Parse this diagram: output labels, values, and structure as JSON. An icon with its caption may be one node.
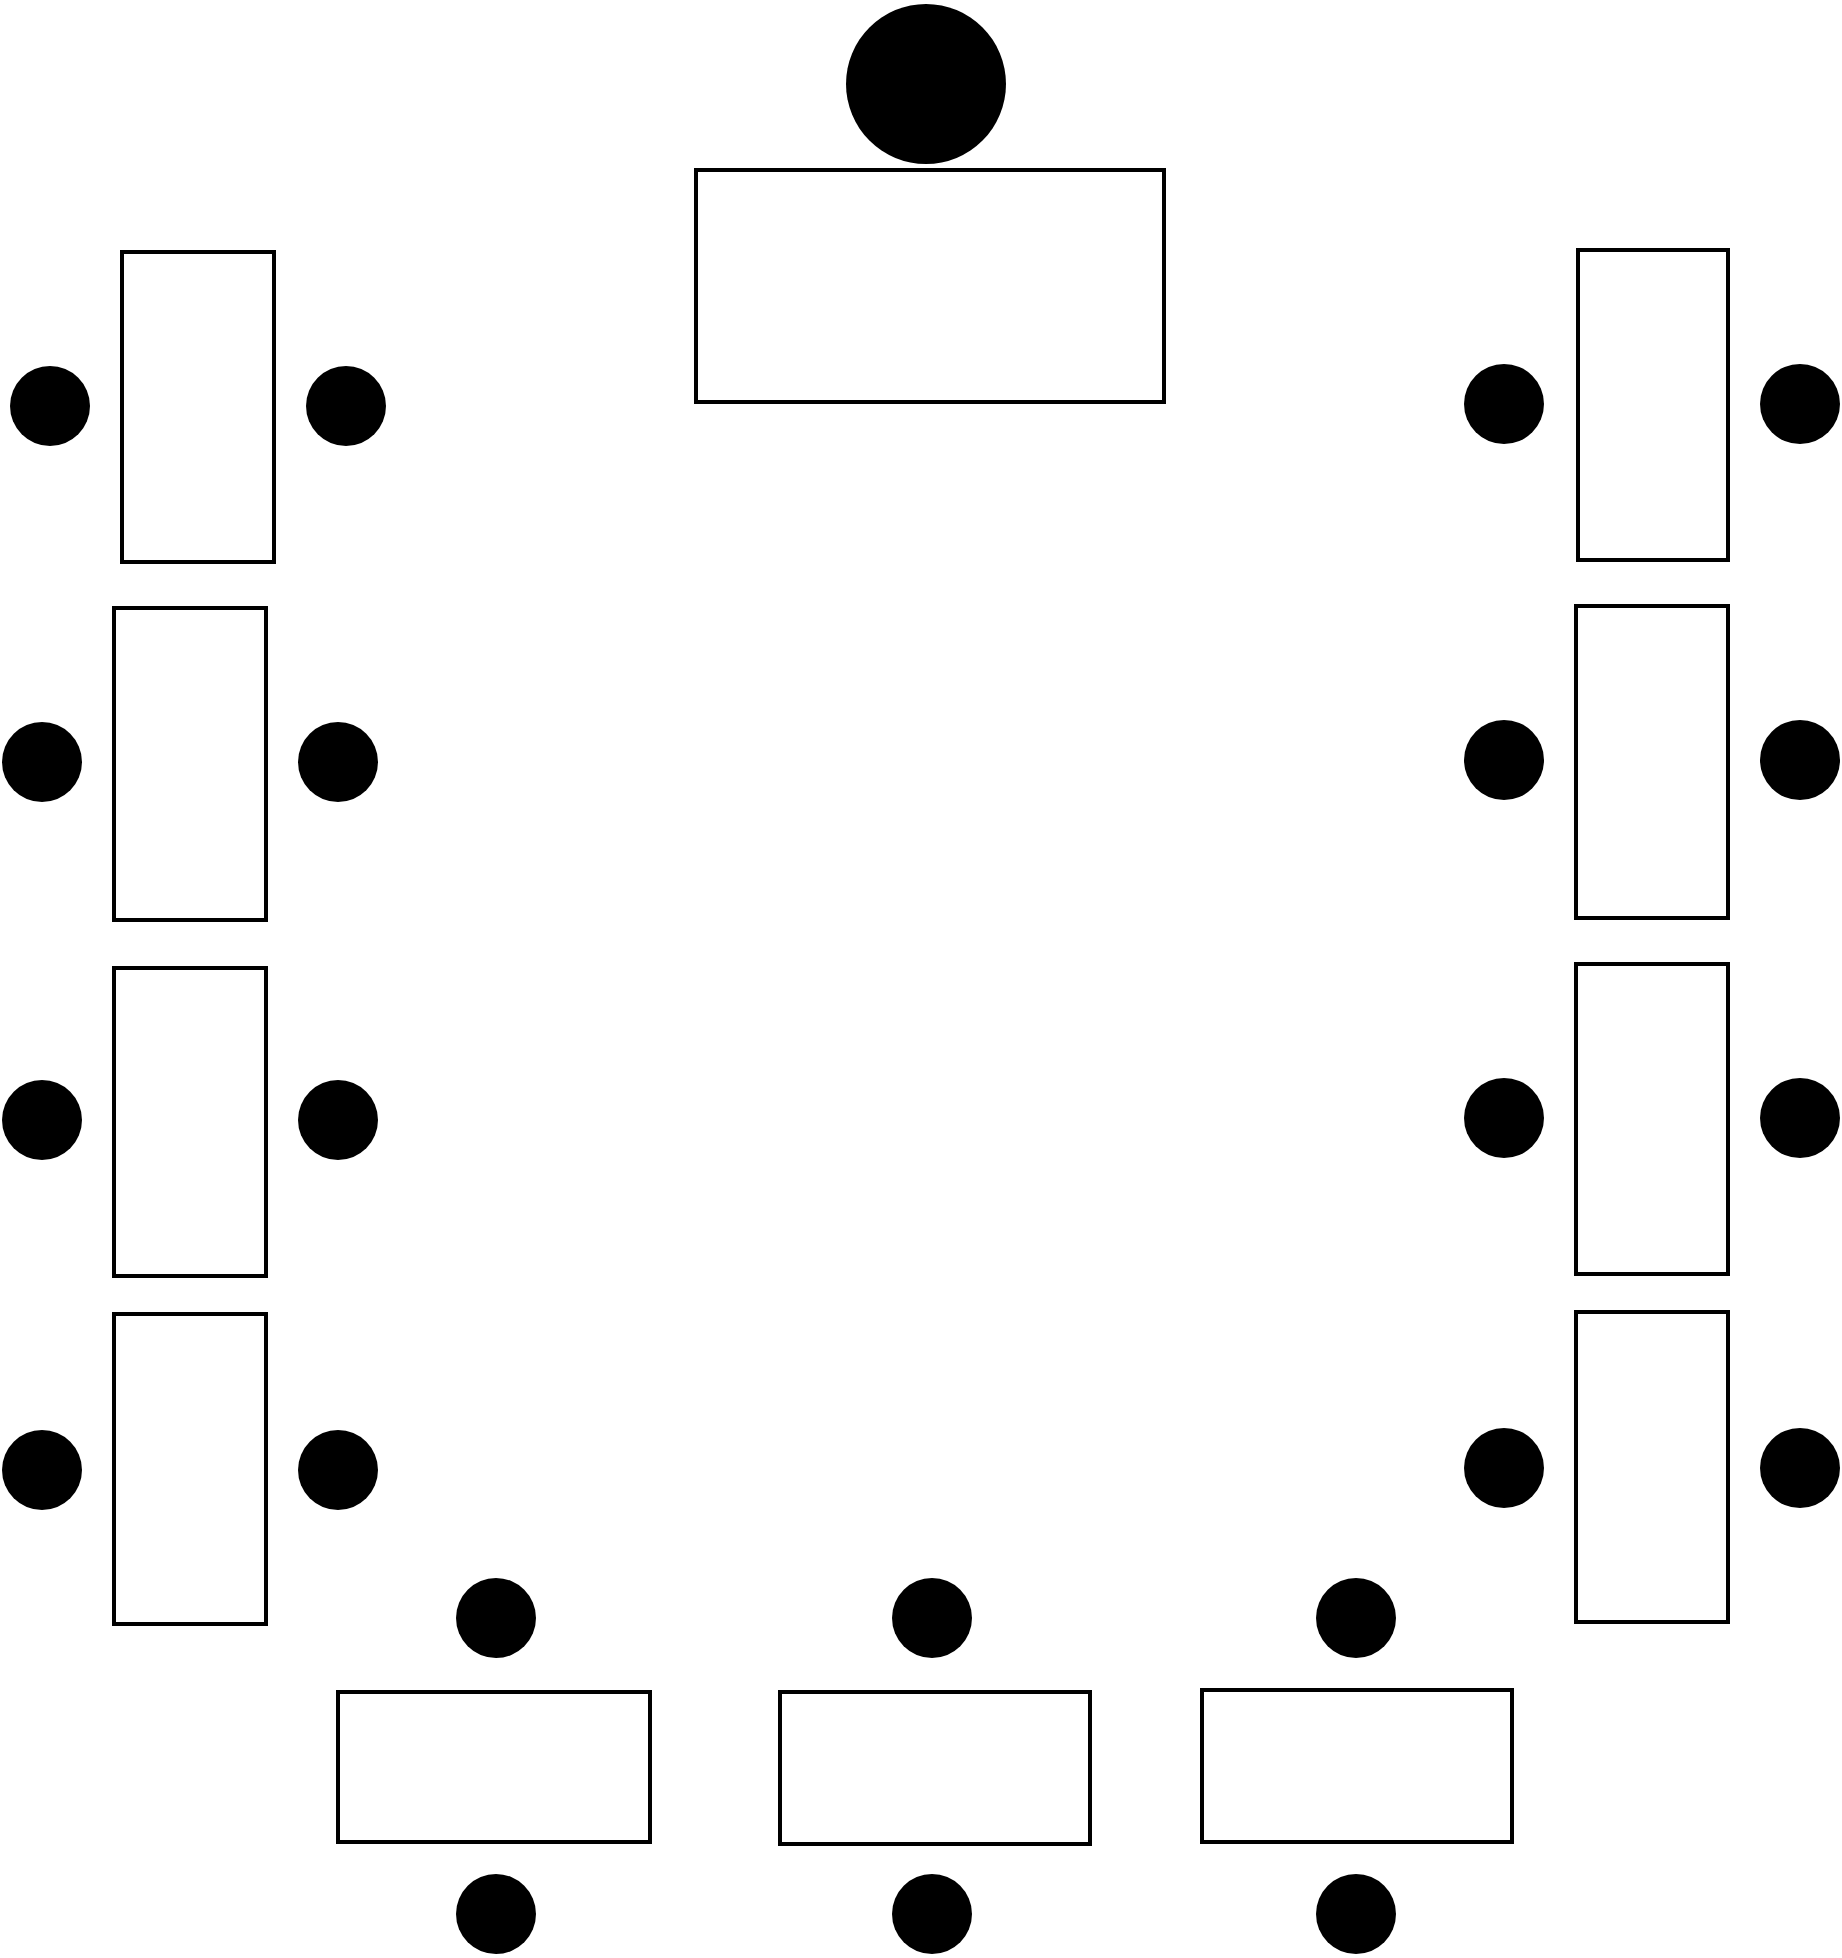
{
  "diagram": {
    "nodes": [
      {
        "text": [],
        "shape": "circle"
      },
      {
        "text": [],
        "shape": "box"
      },
      {
        "text": [],
        "shape": "circle"
      },
      {
        "text": [],
        "shape": "box"
      },
      {
        "text": [],
        "shape": "circle"
      },
      {
        "text": [],
        "shape": "circle"
      },
      {
        "text": [],
        "shape": "box"
      },
      {
        "text": [],
        "shape": "circle"
      },
      {
        "text": [],
        "shape": "circle"
      },
      {
        "text": [],
        "shape": "box"
      },
      {
        "text": [],
        "shape": "circle"
      },
      {
        "text": [],
        "shape": "circle"
      },
      {
        "text": [],
        "shape": "box"
      },
      {
        "text": [],
        "shape": "circle"
      },
      {
        "text": [],
        "shape": "circle"
      },
      {
        "text": [],
        "shape": "box"
      },
      {
        "text": [],
        "shape": "circle"
      },
      {
        "text": [],
        "shape": "circle"
      },
      {
        "text": [],
        "shape": "box"
      },
      {
        "text": [],
        "shape": "circle"
      },
      {
        "text": [],
        "shape": "circle"
      },
      {
        "text": [],
        "shape": "box"
      },
      {
        "text": [],
        "shape": "circle"
      },
      {
        "text": [],
        "shape": "circle"
      },
      {
        "text": [],
        "shape": "box"
      },
      {
        "text": [],
        "shape": "circle"
      },
      {
        "text": [],
        "shape": "circle"
      },
      {
        "text": [],
        "shape": "circle"
      },
      {
        "text": [],
        "shape": "circle"
      },
      {
        "text": [],
        "shape": "box"
      },
      {
        "text": [],
        "shape": "box"
      },
      {
        "text": [],
        "shape": "box"
      },
      {
        "text": [],
        "shape": "circle"
      },
      {
        "text": [],
        "shape": "circle"
      },
      {
        "text": [],
        "shape": "circle"
      }
    ]
  }
}
